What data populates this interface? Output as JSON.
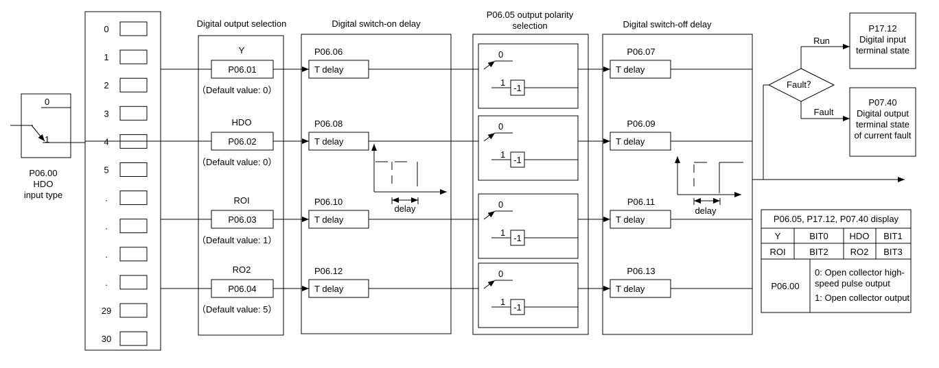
{
  "hdo_switch": {
    "label_0": "0",
    "label_1": "1",
    "caption": [
      "P06.00",
      "HDO",
      "input type"
    ]
  },
  "selector_slots": [
    "0",
    "1",
    "2",
    "3",
    "4",
    "5",
    ".",
    ".",
    ".",
    ".",
    "29",
    "30"
  ],
  "section_titles": {
    "output_selection": "Digital output selection",
    "switch_on_delay": "Digital switch-on delay",
    "polarity": [
      "P06.05 output polarity",
      "selection"
    ],
    "switch_off_delay": "Digital switch-off delay"
  },
  "channels": [
    {
      "output": "Y",
      "select_param": "P06.01",
      "default": "（Default value: 0）",
      "on_param": "P06.06",
      "off_param": "P06.07"
    },
    {
      "output": "HDO",
      "select_param": "P06.02",
      "default": "（Default value: 0）",
      "on_param": "P06.08",
      "off_param": "P06.09"
    },
    {
      "output": "ROI",
      "select_param": "P06.03",
      "default": "（Default value: 1）",
      "on_param": "P06.10",
      "off_param": "P06.11"
    },
    {
      "output": "RO2",
      "select_param": "P06.04",
      "default": "（Default value: 5）",
      "on_param": "P06.12",
      "off_param": "P06.13"
    }
  ],
  "delay_block_label": "T delay",
  "polarity_block": {
    "label_0": "0",
    "label_1": "1",
    "invert": "-1"
  },
  "timing_label": "delay",
  "fault_decision": {
    "question": "Fault？",
    "run_branch": "Run",
    "fault_branch": "Fault"
  },
  "result_boxes": {
    "run": [
      "P17.12",
      "Digital input",
      "terminal state"
    ],
    "fault": [
      "P07.40",
      "Digital output",
      "terminal state",
      "of current fault"
    ]
  },
  "display_table": {
    "title": "P06.05, P17.12, P07.40 display",
    "rows": [
      [
        "Y",
        "BIT0",
        "HDO",
        "BIT1"
      ],
      [
        "ROI",
        "BIT2",
        "RO2",
        "BIT3"
      ]
    ],
    "p0600_label": "P06.00",
    "p0600_desc": [
      "0: Open collector high-",
      "speed pulse output",
      "1: Open collector output"
    ]
  }
}
